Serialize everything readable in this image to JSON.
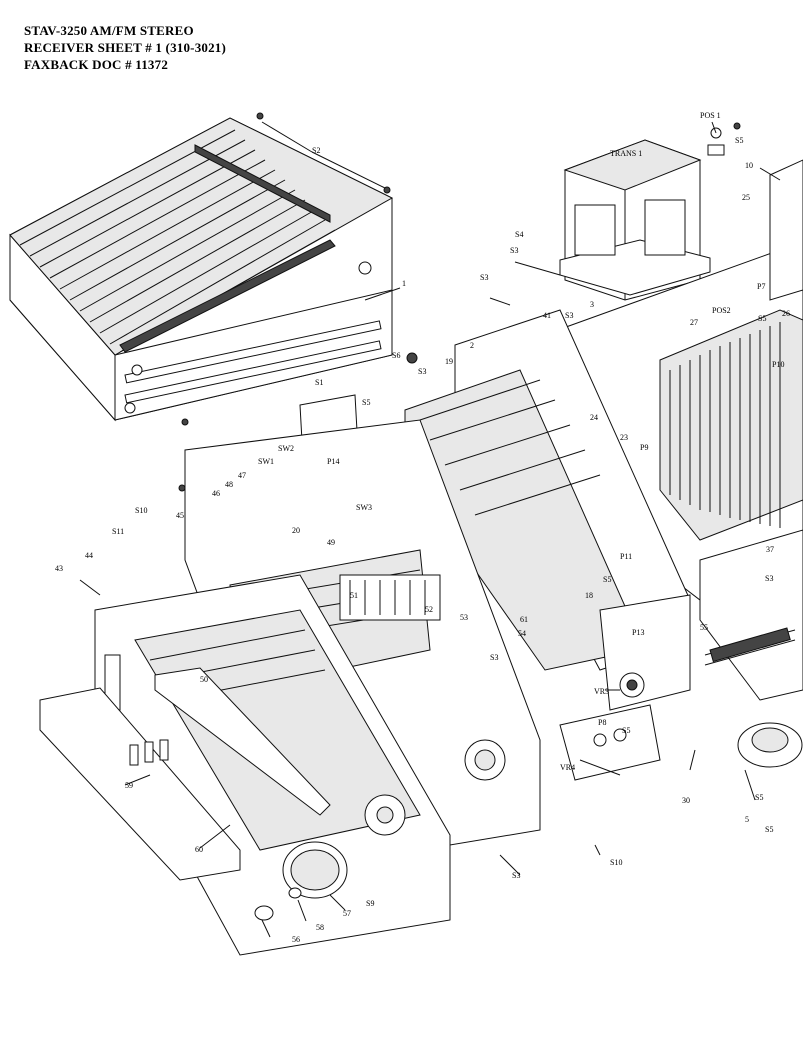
{
  "header": {
    "line1": "STAV-3250 AM/FM STEREO",
    "line2": "RECEIVER SHEET # 1  (310-3021)",
    "line3": "FAXBACK DOC # 11372"
  },
  "labels": {
    "s2": "S2",
    "n1": "1",
    "s6": "S6",
    "s3a": "S3",
    "s1": "S1",
    "s5a": "S5",
    "trans1": "TRANS 1",
    "pos1": "POS 1",
    "s5b": "S5",
    "n10": "10",
    "n25": "25",
    "s4": "S4",
    "s3b": "S3",
    "s3c": "S3",
    "s3d": "S3",
    "n3": "3",
    "n41": "41",
    "n2": "2",
    "n19": "19",
    "pos2": "POS2",
    "n27": "27",
    "n26": "26",
    "s5c": "S5",
    "p7": "P7",
    "p10": "P10",
    "n24": "24",
    "n23": "23",
    "p9": "P9",
    "sw2": "SW2",
    "sw1": "SW1",
    "p14": "P14",
    "n47": "47",
    "n48": "48",
    "n46": "46",
    "n20": "20",
    "sw3": "SW3",
    "s10a": "S10",
    "s11": "S11",
    "n45": "45",
    "n44": "44",
    "n43": "43",
    "n49": "49",
    "p11": "P11",
    "s5d": "S5",
    "n37": "37",
    "s3e": "S3",
    "n18": "18",
    "p13": "P13",
    "n55": "55",
    "n51": "51",
    "n52": "52",
    "n53": "53",
    "n54": "54",
    "n61": "61",
    "s3f": "S3",
    "vr3": "VR3",
    "p8": "P8",
    "s5e": "S5",
    "vr4": "VR4",
    "n30": "30",
    "s5f": "S5",
    "n5": "5",
    "s5g": "S5",
    "n50": "50",
    "n59": "59",
    "n60": "60",
    "s10b": "S10",
    "s3g": "S3",
    "n57": "57",
    "n58": "58",
    "s9": "S9",
    "n56": "56"
  }
}
